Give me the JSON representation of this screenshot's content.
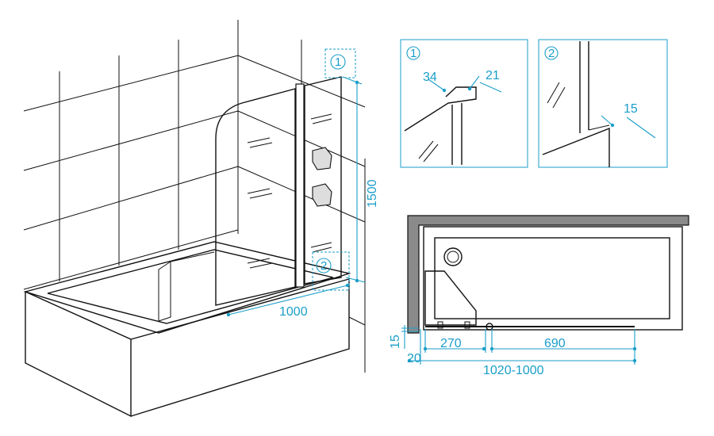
{
  "labels": {
    "height": "1500",
    "width": "1000",
    "detail1": "1",
    "detail2": "2",
    "d1_a": "34",
    "d1_b": "21",
    "d2_a": "15",
    "plan_fixed": "270",
    "plan_door": "690",
    "plan_total": "1020-1000",
    "plan_wall": "20",
    "plan_gap": "15"
  },
  "colors": {
    "line": "#111111",
    "dimension": "#1a9ec9",
    "wall_fill": "#8a8a8a"
  }
}
